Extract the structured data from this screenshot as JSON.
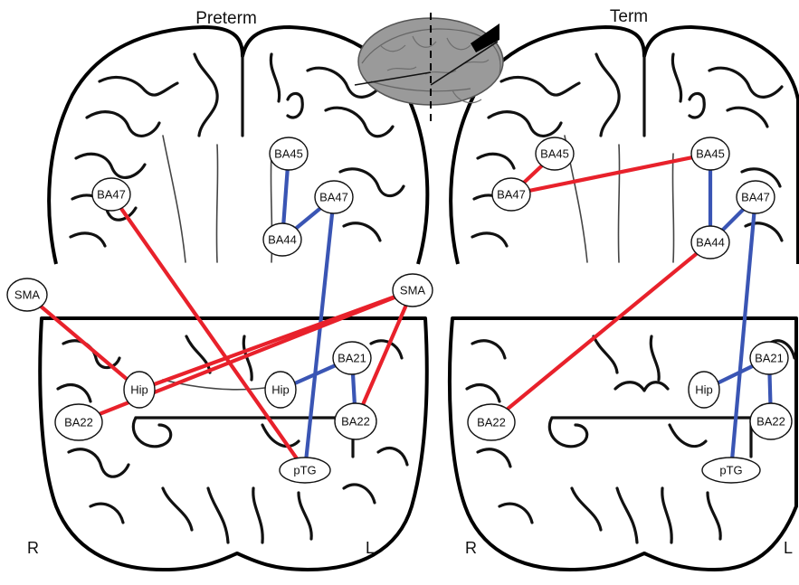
{
  "figure": {
    "panels": [
      {
        "id": "preterm",
        "title": "Preterm",
        "side_left": "R",
        "side_right": "L",
        "nodes": [
          {
            "id": "BA45",
            "label": "BA45"
          },
          {
            "id": "BA47_R",
            "label": "BA47"
          },
          {
            "id": "BA47_L",
            "label": "BA47"
          },
          {
            "id": "BA44",
            "label": "BA44"
          },
          {
            "id": "SMA_R",
            "label": "SMA"
          },
          {
            "id": "SMA_L",
            "label": "SMA"
          },
          {
            "id": "BA21",
            "label": "BA21"
          },
          {
            "id": "Hip_R",
            "label": "Hip"
          },
          {
            "id": "Hip_L",
            "label": "Hip"
          },
          {
            "id": "BA22_R",
            "label": "BA22"
          },
          {
            "id": "BA22_L",
            "label": "BA22"
          },
          {
            "id": "pTG",
            "label": "pTG"
          }
        ],
        "edges": [
          {
            "from": "BA45",
            "to": "BA44",
            "color": "blue"
          },
          {
            "from": "BA47_L",
            "to": "BA44",
            "color": "blue"
          },
          {
            "from": "BA47_L",
            "to": "pTG",
            "color": "blue"
          },
          {
            "from": "Hip_L",
            "to": "BA21",
            "color": "blue"
          },
          {
            "from": "BA21",
            "to": "BA22_L",
            "color": "blue"
          },
          {
            "from": "BA47_R",
            "to": "pTG",
            "color": "red"
          },
          {
            "from": "SMA_R",
            "to": "Hip_R",
            "color": "red"
          },
          {
            "from": "SMA_L",
            "to": "Hip_R",
            "color": "red"
          },
          {
            "from": "SMA_L",
            "to": "BA22_R",
            "color": "red"
          },
          {
            "from": "SMA_L",
            "to": "BA22_L",
            "color": "red"
          }
        ]
      },
      {
        "id": "term",
        "title": "Term",
        "side_left": "R",
        "side_right": "L",
        "nodes": [
          {
            "id": "BA45_R",
            "label": "BA45"
          },
          {
            "id": "BA47_R",
            "label": "BA47"
          },
          {
            "id": "BA45_L",
            "label": "BA45"
          },
          {
            "id": "BA47_L",
            "label": "BA47"
          },
          {
            "id": "BA44",
            "label": "BA44"
          },
          {
            "id": "BA21",
            "label": "BA21"
          },
          {
            "id": "Hip_L",
            "label": "Hip"
          },
          {
            "id": "BA22_R",
            "label": "BA22"
          },
          {
            "id": "BA22_L",
            "label": "BA22"
          },
          {
            "id": "pTG",
            "label": "pTG"
          }
        ],
        "edges": [
          {
            "from": "BA45_R",
            "to": "BA47_R",
            "color": "red"
          },
          {
            "from": "BA47_R",
            "to": "BA45_L",
            "color": "red"
          },
          {
            "from": "BA44",
            "to": "BA22_R",
            "color": "red"
          },
          {
            "from": "BA45_L",
            "to": "BA44",
            "color": "blue"
          },
          {
            "from": "BA47_L",
            "to": "BA44",
            "color": "blue"
          },
          {
            "from": "BA47_L",
            "to": "pTG",
            "color": "blue"
          },
          {
            "from": "Hip_L",
            "to": "BA21",
            "color": "blue"
          },
          {
            "from": "BA21",
            "to": "BA22_L",
            "color": "blue"
          }
        ]
      }
    ],
    "colors": {
      "red": "#e8212b",
      "blue": "#3a55b4",
      "brain_grey": "#9a9a9a"
    },
    "icons": {
      "brain": "brain-3d-icon"
    }
  }
}
